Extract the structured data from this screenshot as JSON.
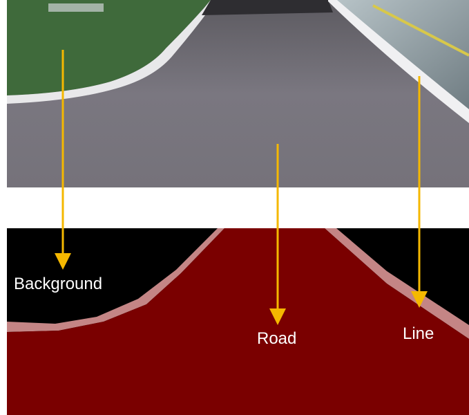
{
  "labels": {
    "background": "Background",
    "road": "Road",
    "line": "Line"
  },
  "colors": {
    "arrow": "#F5B800",
    "background_class": "#000000",
    "road_class": "#7A0000",
    "line_class": "#C98585",
    "road_surface": "#6F6C72",
    "grass": "#3E6B3A",
    "floor": "#8C9AA0"
  }
}
